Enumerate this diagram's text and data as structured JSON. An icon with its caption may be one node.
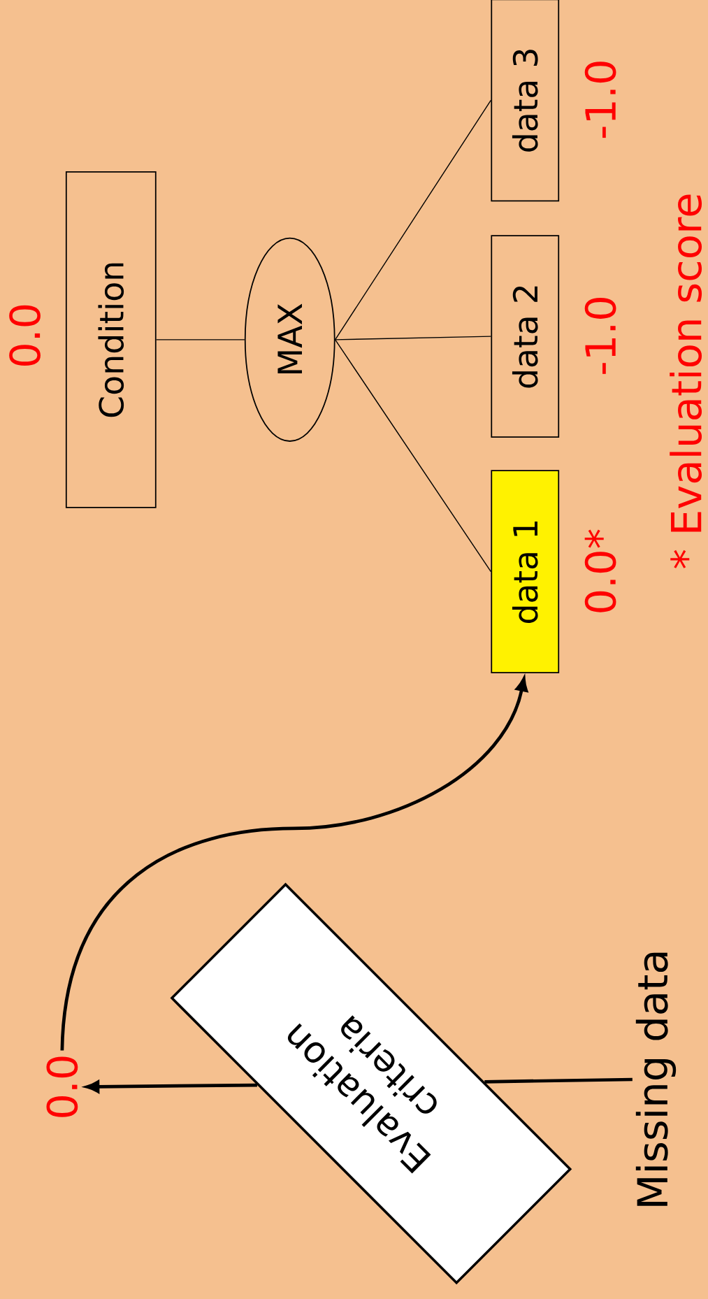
{
  "diagram": {
    "nodes": [
      {
        "text": [
          "Condition"
        ],
        "beside": [
          "0.0"
        ]
      },
      {
        "text": [
          "MAX"
        ]
      },
      {
        "text": [
          "data 1"
        ],
        "beside": [
          "0.0*"
        ]
      },
      {
        "text": [
          "data 2"
        ],
        "beside": [
          "-1.0"
        ]
      },
      {
        "text": [
          "data 3"
        ],
        "beside": [
          "-1.0"
        ]
      },
      {
        "text": [
          "Evaluation criteria"
        ]
      },
      {
        "text": [
          "Missing data"
        ]
      },
      {
        "text": [
          "0.0"
        ]
      }
    ],
    "edges": [
      {
        "from": 0,
        "to": 1,
        "arrow": "none"
      },
      {
        "from": 1,
        "to": 2,
        "arrow": "none"
      },
      {
        "from": 1,
        "to": 3,
        "arrow": "none"
      },
      {
        "from": 1,
        "to": 4,
        "arrow": "none"
      },
      {
        "from": 7,
        "to": 2,
        "arrow": "to",
        "style": "thick"
      },
      {
        "from": 6,
        "to": 5,
        "arrow": "none",
        "style": "thick"
      },
      {
        "from": 5,
        "to": 7,
        "arrow": "to",
        "style": "thick"
      }
    ],
    "labels": [
      "* Evaluation score"
    ]
  }
}
